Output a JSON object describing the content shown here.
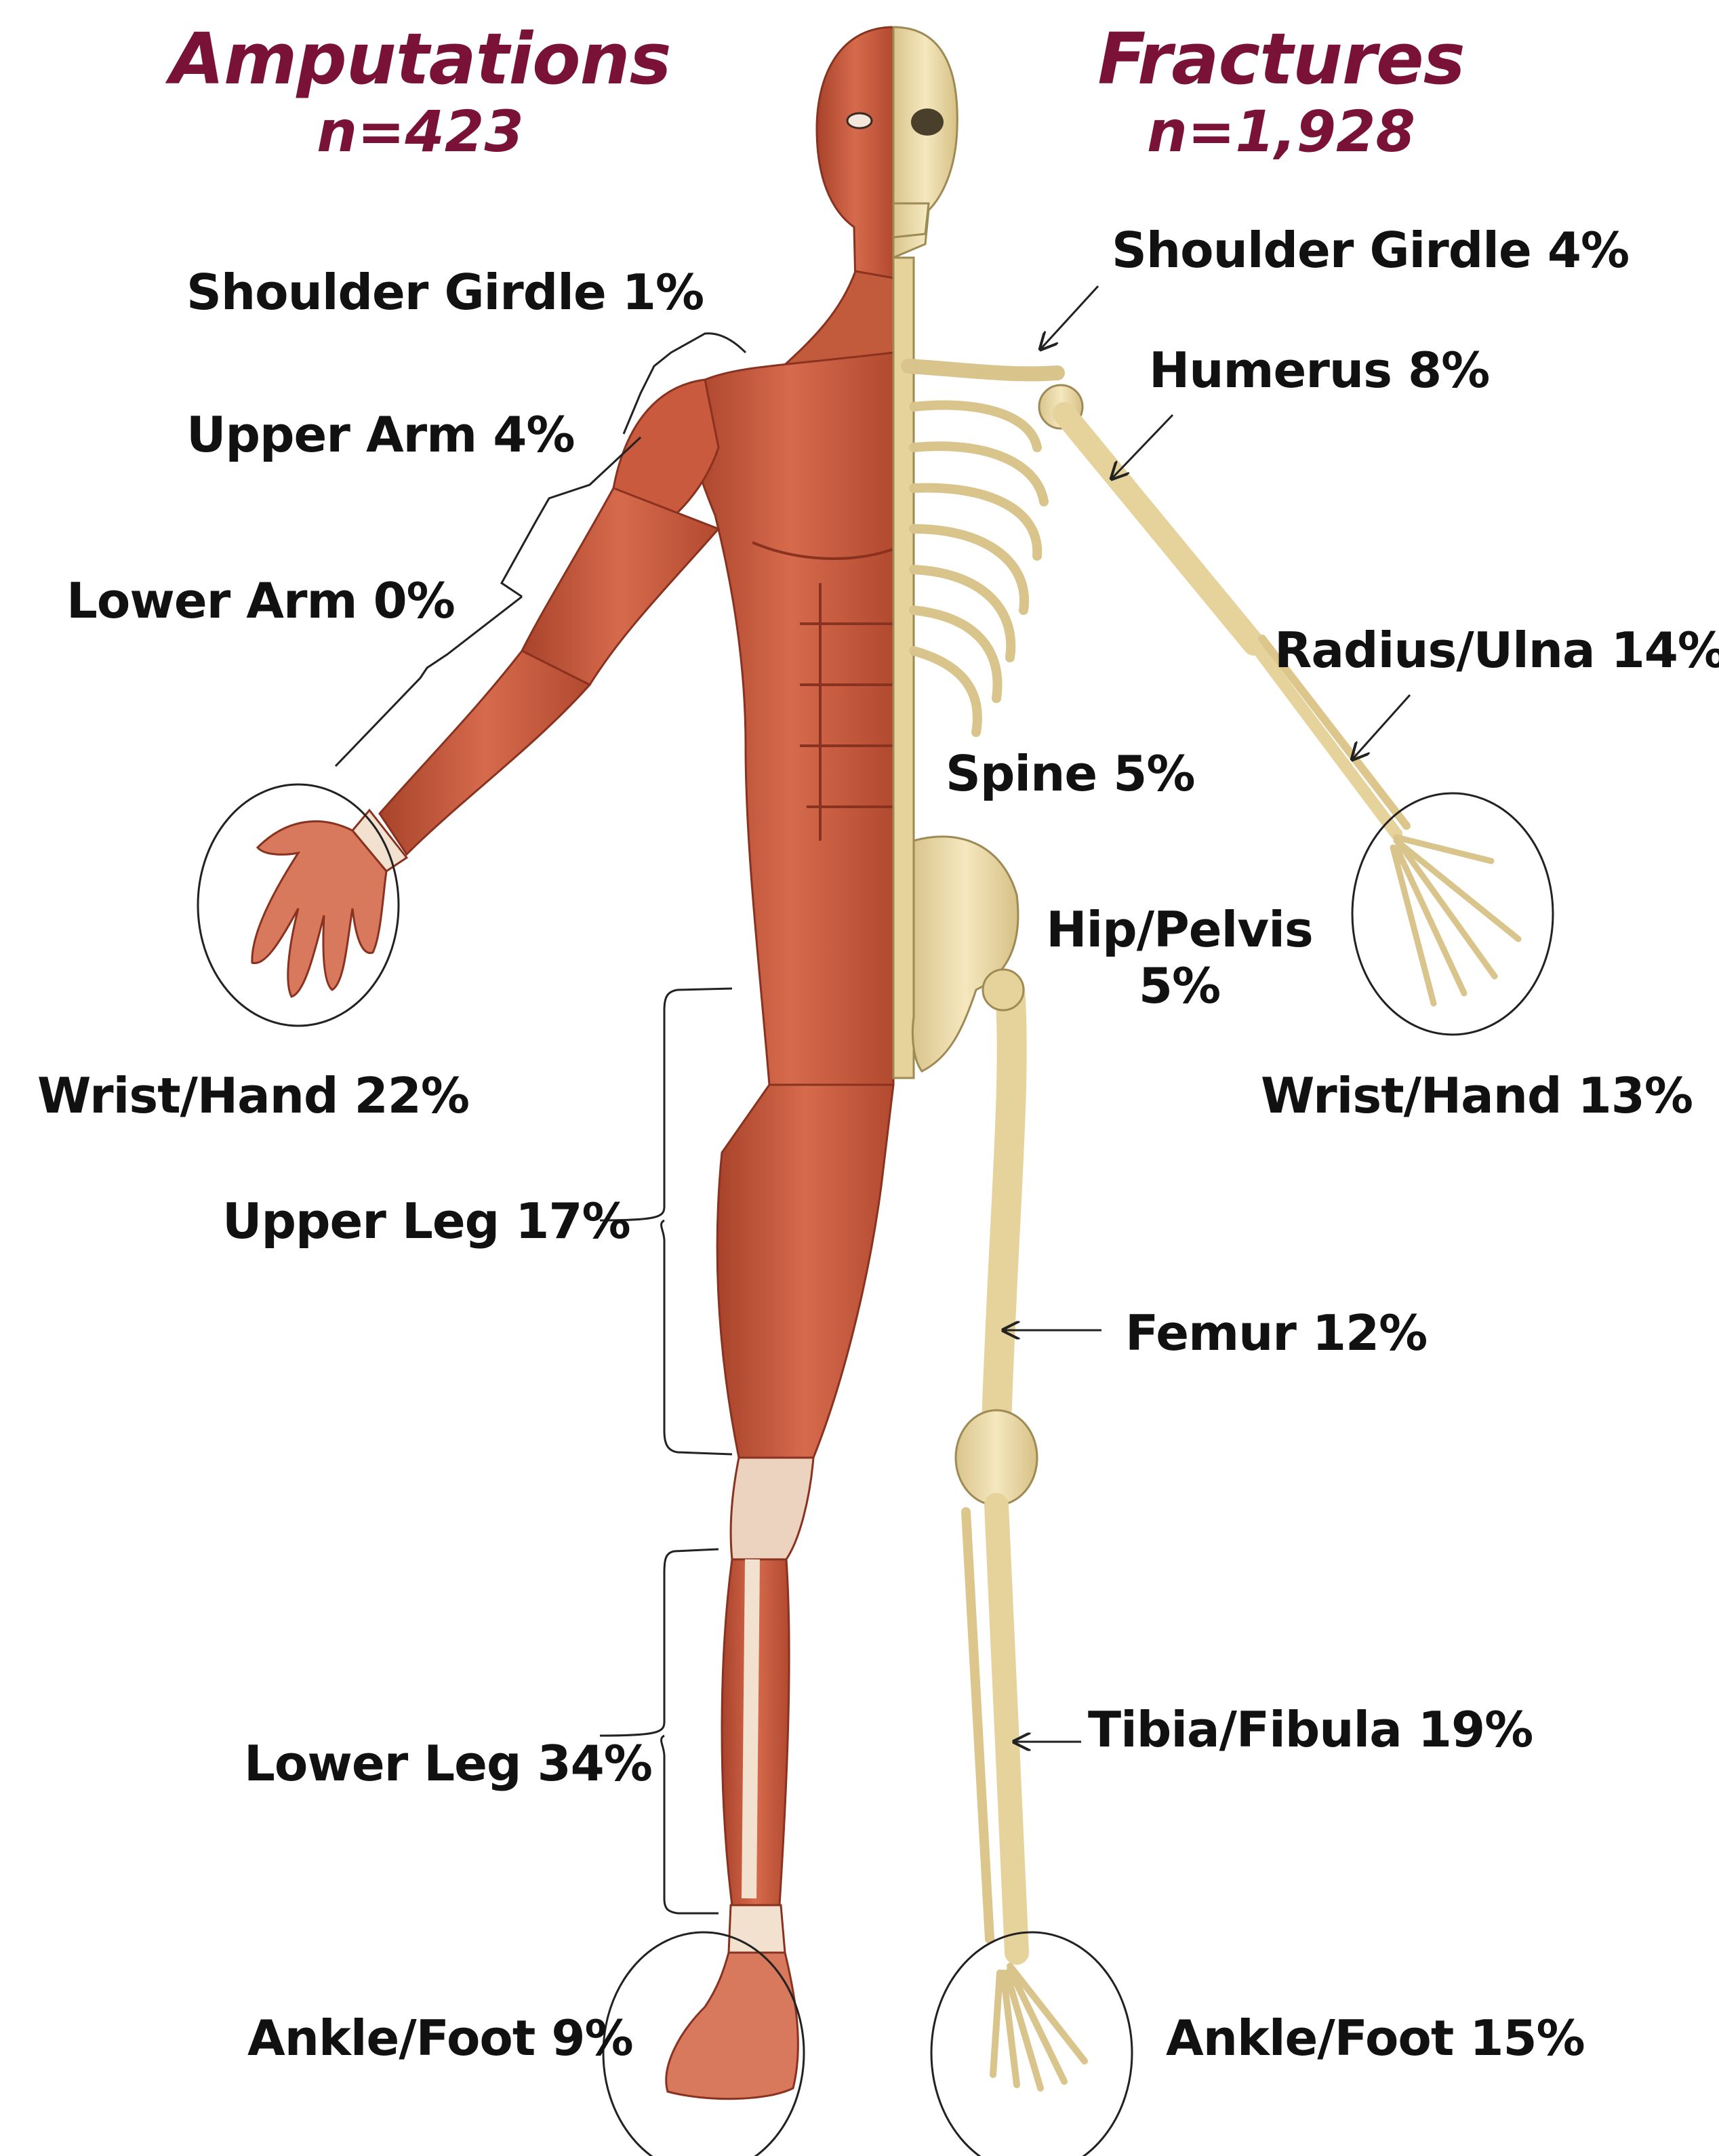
{
  "headers": {
    "amputations": {
      "title": "Amputations",
      "n": "n=423"
    },
    "fractures": {
      "title": "Fractures",
      "n": "n=1,928"
    }
  },
  "amputation_labels": {
    "shoulder_girdle": "Shoulder Girdle  1%",
    "upper_arm": "Upper Arm  4%",
    "lower_arm": "Lower Arm  0%",
    "wrist_hand": "Wrist/Hand  22%",
    "upper_leg": "Upper Leg 17%",
    "lower_leg": "Lower Leg 34%",
    "ankle_foot": "Ankle/Foot 9%"
  },
  "fracture_labels": {
    "shoulder_girdle": "Shoulder Girdle 4%",
    "humerus": "Humerus  8%",
    "radius_ulna": "Radius/Ulna 14%",
    "spine": "Spine 5%",
    "hip_pelvis_line1": "Hip/Pelvis",
    "hip_pelvis_line2": "5%",
    "wrist_hand": "Wrist/Hand  13%",
    "femur": "Femur 12%",
    "tibia_fibula": "Tibia/Fibula 19%",
    "ankle_foot": "Ankle/Foot 15%"
  },
  "colors": {
    "header": "#7a1238",
    "muscle": "#c8553a",
    "muscle_dark": "#9e3a24",
    "bone": "#ecdcaa",
    "bone_outline": "#b8a36a",
    "tendon": "#f3e1cf",
    "line": "#222222"
  }
}
